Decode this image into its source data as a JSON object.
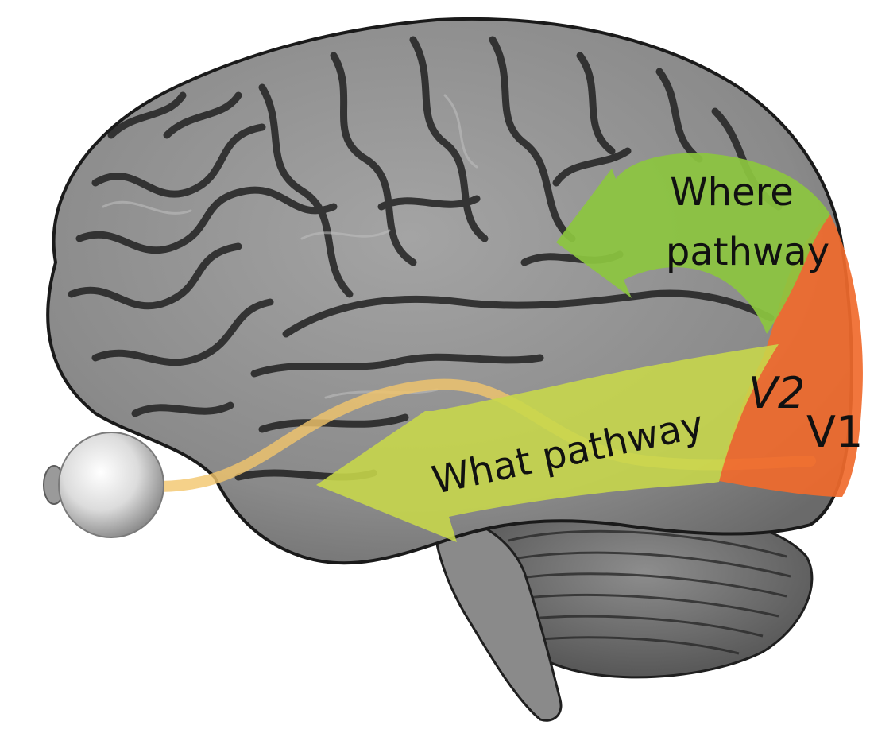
{
  "labels": {
    "where_pathway_line1": "Where",
    "where_pathway_line2": "pathway",
    "what_pathway": "What pathway",
    "v2": "V2",
    "v1": "V1"
  },
  "colors": {
    "background": "#ffffff",
    "brain_tissue": "#8f8f8f",
    "brain_shadow": "#2b2b2b",
    "where_pathway_arrow": "#8cc63f",
    "what_pathway_arrow": "#c8d84a",
    "visual_cortex_region": "#f06a2d",
    "optic_tract": "#f3c56b",
    "eye": "#d9d9d9"
  },
  "icons": {
    "brain": "brain-illustration",
    "eye": "eyeball-icon"
  }
}
